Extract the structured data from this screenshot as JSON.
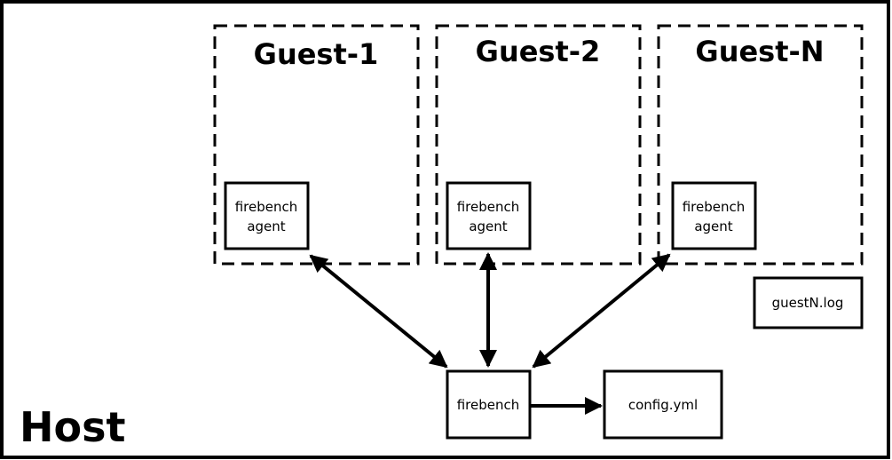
{
  "host": {
    "label": "Host"
  },
  "guests": [
    {
      "title": "Guest-1",
      "agent_line1": "firebench",
      "agent_line2": "agent"
    },
    {
      "title": "Guest-2",
      "agent_line1": "firebench",
      "agent_line2": "agent"
    },
    {
      "title": "Guest-N",
      "agent_line1": "firebench",
      "agent_line2": "agent"
    }
  ],
  "firebench": {
    "label": "firebench"
  },
  "config": {
    "label": "config.yml"
  },
  "log": {
    "label": "guestN.log"
  }
}
